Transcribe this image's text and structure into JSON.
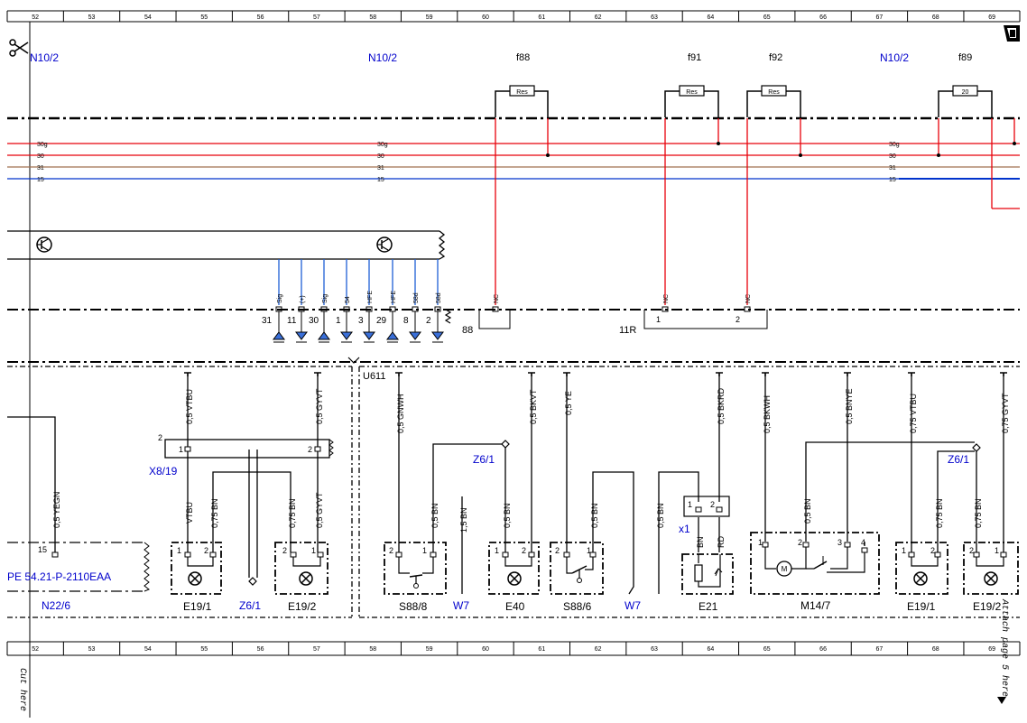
{
  "columns": [
    "52",
    "53",
    "54",
    "55",
    "56",
    "57",
    "58",
    "59",
    "60",
    "61",
    "62",
    "63",
    "64",
    "65",
    "66",
    "67",
    "68",
    "69"
  ],
  "side_notes": {
    "cut_left": "Cut here",
    "cut_right": "Attach page 5 here"
  },
  "top_labels": {
    "n10_2_a": "N10/2",
    "n10_2_b": "N10/2",
    "n10_2_c": "N10/2"
  },
  "fuses": {
    "f88": {
      "name": "f88",
      "value": "Res"
    },
    "f91": {
      "name": "f91",
      "value": "Res"
    },
    "f92": {
      "name": "f92",
      "value": "Res"
    },
    "f89": {
      "name": "f89",
      "value": "20"
    }
  },
  "rails": {
    "r30g": "30g",
    "r30": "30",
    "r31": "31",
    "r15": "15"
  },
  "nc_label": "NC",
  "pin_tags": [
    "Sig",
    "(+)",
    "Sig",
    "54",
    "HFE",
    "HFE",
    "58d",
    "58d"
  ],
  "pin_nums": [
    "31",
    "11",
    "30",
    "1",
    "3",
    "29",
    "8",
    "2"
  ],
  "conn_88": "88",
  "conn_11r": {
    "label": "11R",
    "p1": "1",
    "p2": "2"
  },
  "module": "U611",
  "wires": {
    "vtbu05": "0,5 VTBU",
    "gyvt05": "0,5 GYVT",
    "yegn05": "0,5 YEGN",
    "gnwh05": "0,5 GNWH",
    "bkvt05": "0,5 BKVT",
    "ye05": "0,5 YE",
    "bkrd05": "0,5 BKRD",
    "bkwh05": "0,5 BKWH",
    "bnye05": "0,5 BNYE",
    "vtbu075": "0,75 VTBU",
    "gyvt075": "0,75 GYVT",
    "vtbu": "VTBU",
    "bn075": "0,75 BN",
    "bn05": "0,5 BN",
    "bn15": "1,5 BN",
    "bn": "BN",
    "rd": "RD"
  },
  "connectors": {
    "x8_19": "X8/19",
    "x1": "x1",
    "z6_1": "Z6/1",
    "w7": "W7"
  },
  "n22_6": {
    "label": "N22/6",
    "pin": "15",
    "ref": "PE 54.21-P-2110EAA"
  },
  "components": {
    "e19_1": "E19/1",
    "e19_2": "E19/2",
    "s88_8": "S88/8",
    "e40": "E40",
    "s88_6": "S88/6",
    "e21": "E21",
    "m14_7": "M14/7",
    "m_symbol": "M"
  },
  "pins": {
    "p1": "1",
    "p2": "2",
    "p3": "3",
    "p4": "4"
  },
  "colors": {
    "power": "#e8000b",
    "ground": "#a0704f",
    "ignition": "#0033cc",
    "signal": "#1e5fd6",
    "label": "#0000cc",
    "line": "#000000"
  }
}
